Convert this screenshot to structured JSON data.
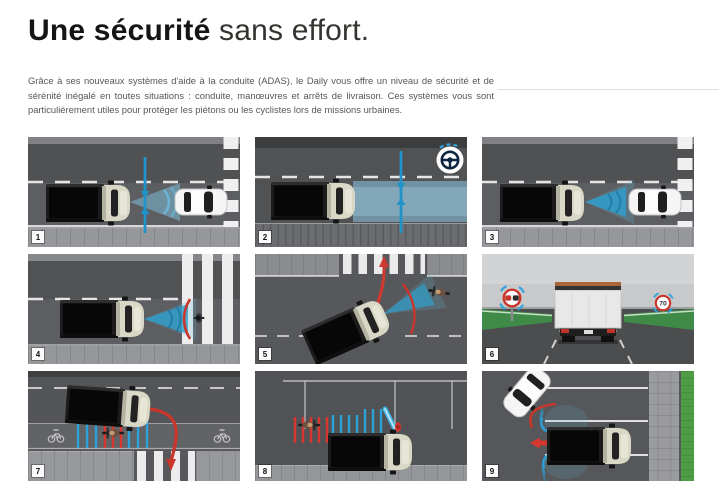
{
  "page": {
    "title_bold": "Une sécurité",
    "title_light": "sans effort.",
    "intro": "Grâce à ses nouveaux systèmes d'aide à la conduite (ADAS), le Daily vous offre un niveau de sécurité et de sérénité inégalé en toutes situations : conduite, manœuvres et arrêts de livraison. Ces systèmes vous sont particulièrement utiles pour protéger les piétons ou les cyclistes lors de missions urbaines."
  },
  "colors": {
    "accent_blue": "#2BA3DA",
    "beam_blue": "#7EC3E2",
    "alert_red": "#D6372E",
    "road_dark": "#515254",
    "sidewalk_gray": "#96979A"
  },
  "icons": {
    "panel2": "steering-wheel-icon",
    "panel6_left": "no-overtaking-sign-icon",
    "panel6_right": "speed-limit-sign-icon"
  },
  "panels": [
    {
      "number": "1"
    },
    {
      "number": "2"
    },
    {
      "number": "3"
    },
    {
      "number": "4"
    },
    {
      "number": "5"
    },
    {
      "number": "6",
      "speed_limit": "70"
    },
    {
      "number": "7"
    },
    {
      "number": "8"
    },
    {
      "number": "9"
    }
  ]
}
